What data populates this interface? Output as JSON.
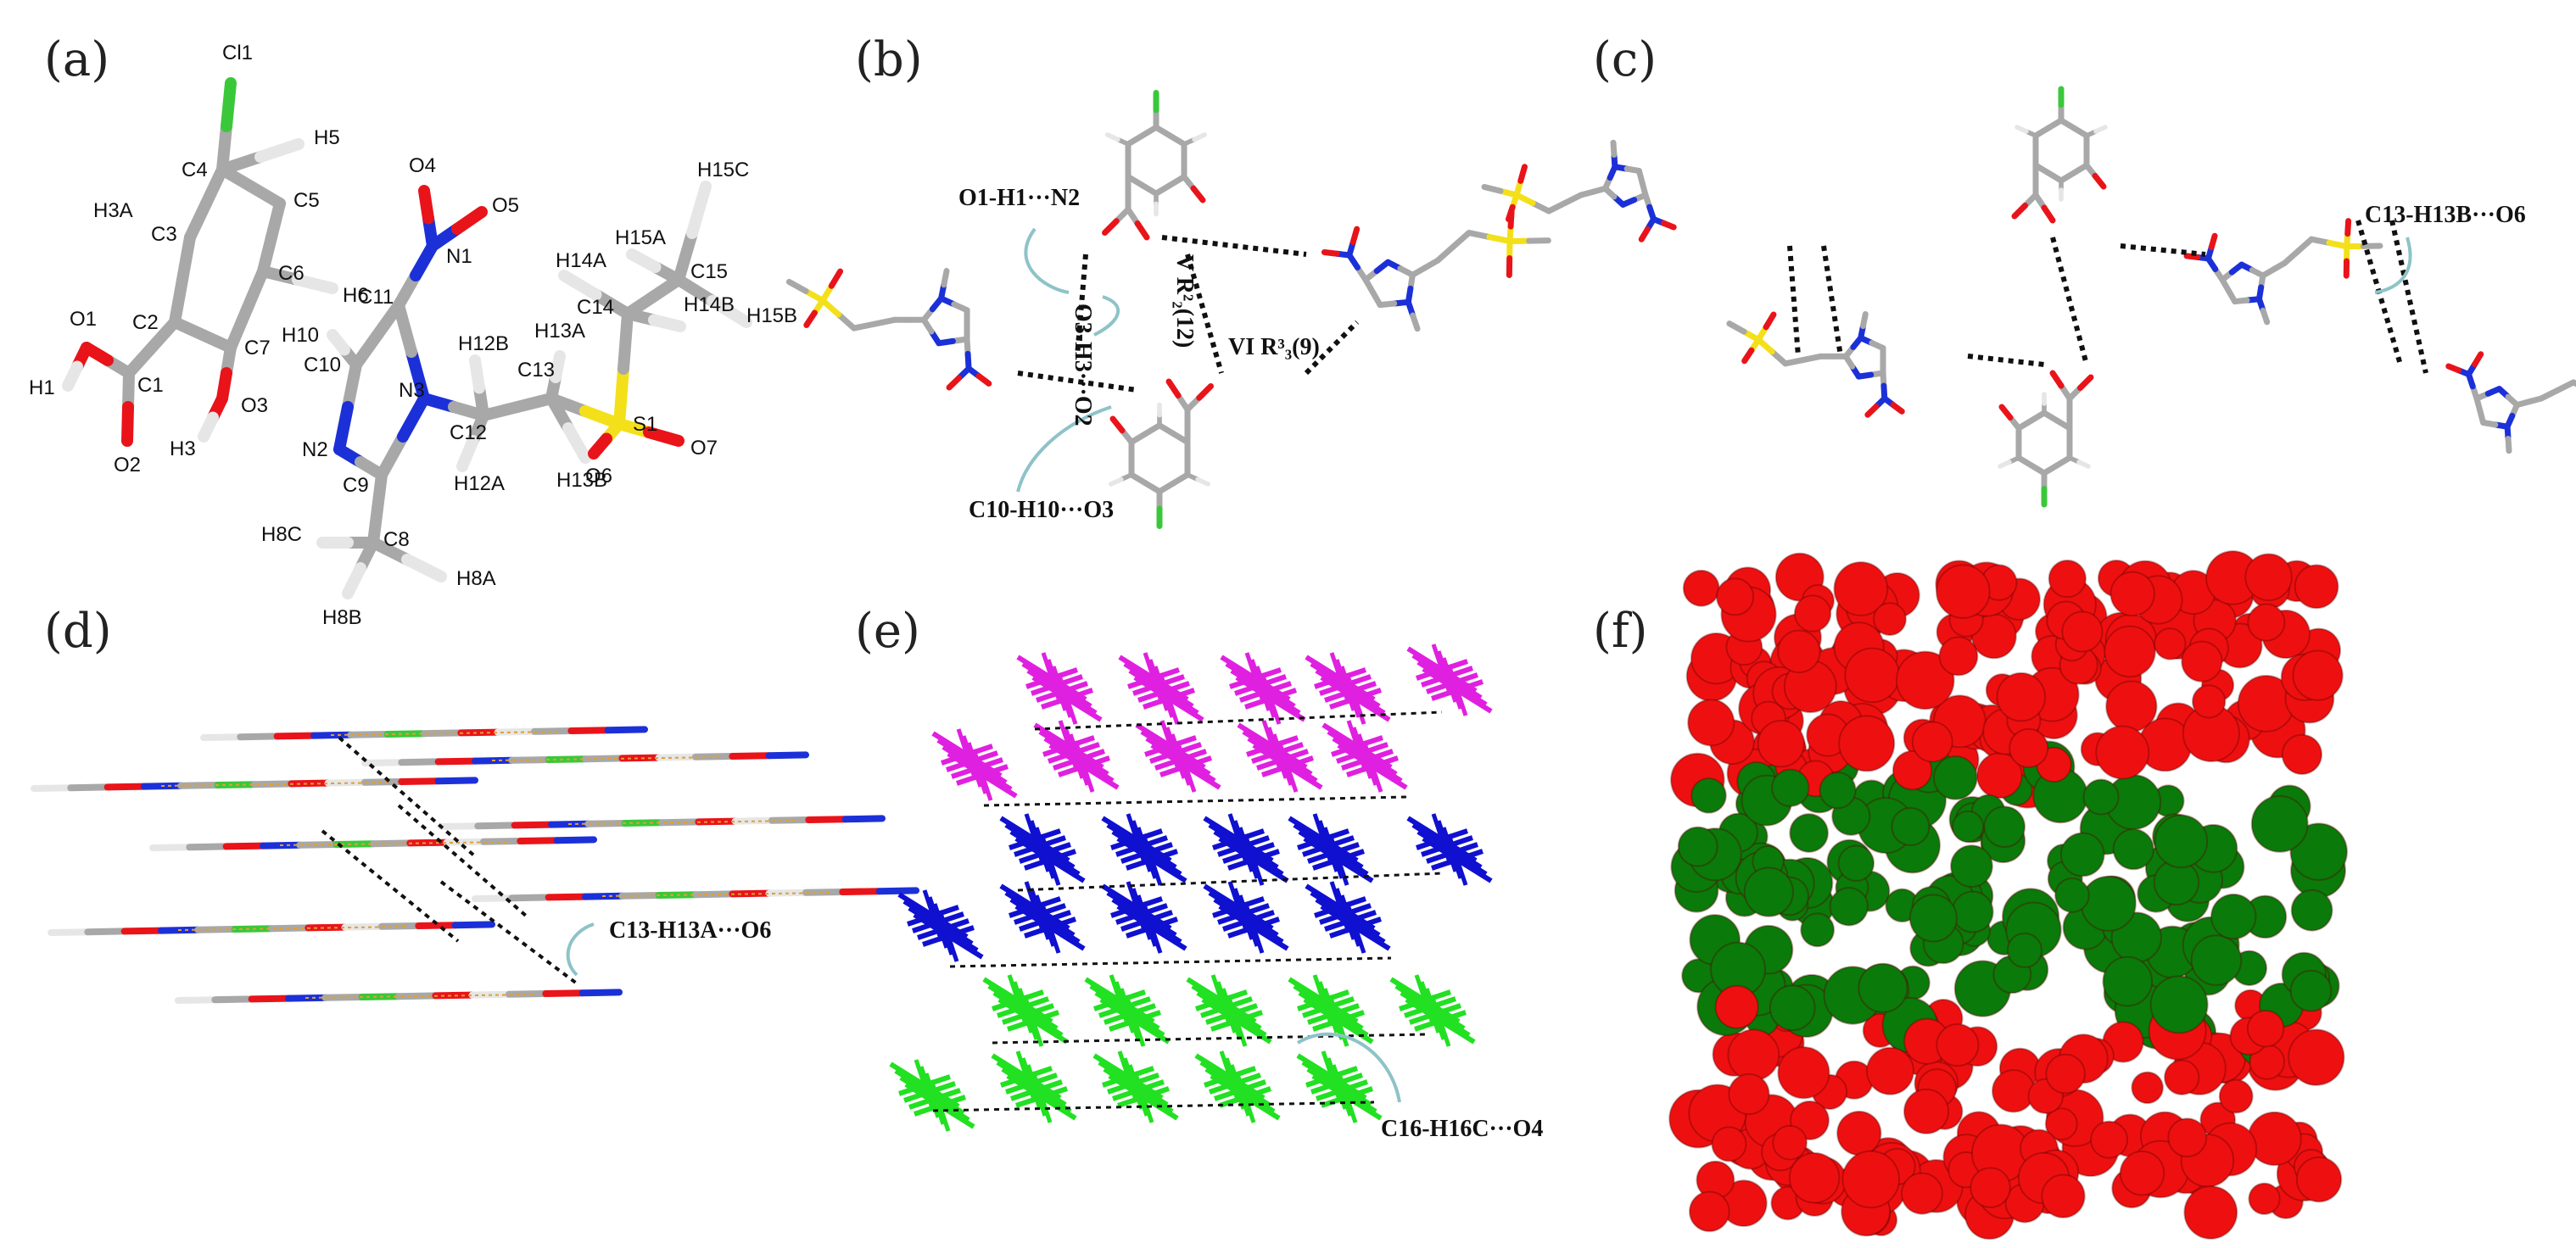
{
  "panels": {
    "a": {
      "label": "(a)",
      "atoms": [
        "Cl1",
        "H5",
        "C4",
        "H3A",
        "C5",
        "C3",
        "C6",
        "O4",
        "H15C",
        "C2",
        "H6",
        "N1",
        "O5",
        "H14A",
        "H15A",
        "C15",
        "O1",
        "C7",
        "H10",
        "C11",
        "H12B",
        "C14",
        "H15B",
        "C1",
        "H14B",
        "H1",
        "O3",
        "C10",
        "N3",
        "C13",
        "H13A",
        "S1",
        "O2",
        "H3",
        "N2",
        "C12",
        "O6",
        "O7",
        "C9",
        "H12A",
        "H13B",
        "H8C",
        "C8",
        "H8B",
        "H8A"
      ]
    },
    "b": {
      "label": "(b)",
      "annotations": [
        "O1-H1···N2",
        "O3-H3···O2",
        "V R²₂(12)",
        "VI R³₃(9)",
        "C10-H10···O3"
      ]
    },
    "c": {
      "label": "(c)",
      "annotations": [
        "C13-H13B···O6"
      ]
    },
    "d": {
      "label": "(d)",
      "annotations": [
        "C13-H13A···O6"
      ]
    },
    "e": {
      "label": "(e)",
      "annotations": [
        "C16-H16C···O4"
      ]
    },
    "f": {
      "label": "(f)"
    }
  },
  "colors": {
    "carbon": "#a8a8a8",
    "oxygen": "#e8141a",
    "nitrogen": "#1c30d8",
    "chlorine": "#3ac83a",
    "sulfur": "#f4e01a",
    "hydrogen": "#e6e6e6",
    "layer_magenta": "#e020e0",
    "layer_blue": "#1010d0",
    "layer_green": "#22e022",
    "fill_red": "#ee1010",
    "fill_green": "#0a7a0a",
    "arrow": "#8ec3c8"
  }
}
